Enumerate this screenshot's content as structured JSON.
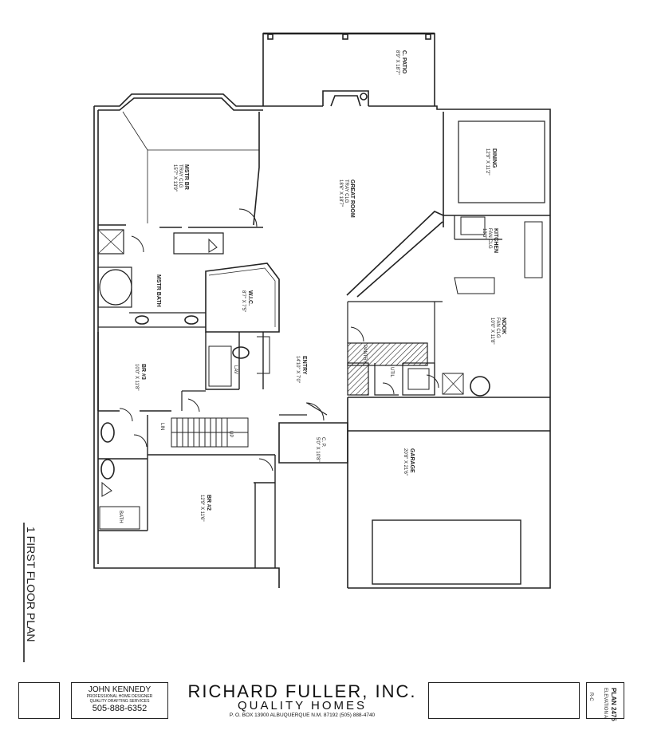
{
  "rooms": {
    "patio": {
      "name": "C. PATIO",
      "dim": "8'9\" X 18'7\""
    },
    "dining": {
      "name": "DINING",
      "dim": "12'9\" X 11'2\""
    },
    "master": {
      "name": "MSTR BR",
      "note": "TRAY CLG",
      "dim": "15'7\" X 13'9\""
    },
    "great": {
      "name": "GREAT ROOM",
      "note": "TRAY CLG",
      "dim": "18'6\" X 18'7\""
    },
    "kitchen": {
      "name": "KITCHEN",
      "note": "FAN CLG",
      "dim": "13'3\""
    },
    "mstr_bath": {
      "name": "MSTR BATH"
    },
    "wic": {
      "name": "W.I.C.",
      "dim": "8'7\" X 7'5\""
    },
    "nook": {
      "name": "NOOK",
      "note": "FAN CLG",
      "dim": "10'0\" X 11'8\""
    },
    "br3": {
      "name": "BR #3",
      "dim": "10'0\" X 11'8\""
    },
    "entry": {
      "name": "ENTRY",
      "dim": "14'10\" X 7'0\""
    },
    "lav": {
      "name": "LAV"
    },
    "bath": {
      "name": "BATH"
    },
    "br2": {
      "name": "BR #2",
      "dim": "12'9\" X 11'6\""
    },
    "garage": {
      "name": "GARAGE",
      "dim": "20'8\" X 21'6\""
    },
    "cp": {
      "name": "C. P.",
      "dim": "5'0\" X 10'8\""
    },
    "pantry": {
      "name": "PANTRY"
    },
    "util": {
      "name": "UTIL"
    },
    "linen": {
      "name": "LIN"
    },
    "up": {
      "name": "UP"
    }
  },
  "plan_title": "1 FIRST FLOOR PLAN",
  "designer": {
    "name": "JOHN KENNEDY",
    "line1": "PROFESSIONAL HOME DESIGNER",
    "line2": "QUALITY DRAFTING SERVICES",
    "phone": "505-888-6352"
  },
  "company": {
    "name": "RICHARD  FULLER,  INC.",
    "tagline": "QUALITY  HOMES",
    "address": "P. O. BOX 13900 ALBUQUERQUE N.M. 87192   (505) 888-4740"
  },
  "plan_box": {
    "plan_no": "PLAN 2475",
    "elevation": "ELEVATION A",
    "code": "R-C"
  }
}
